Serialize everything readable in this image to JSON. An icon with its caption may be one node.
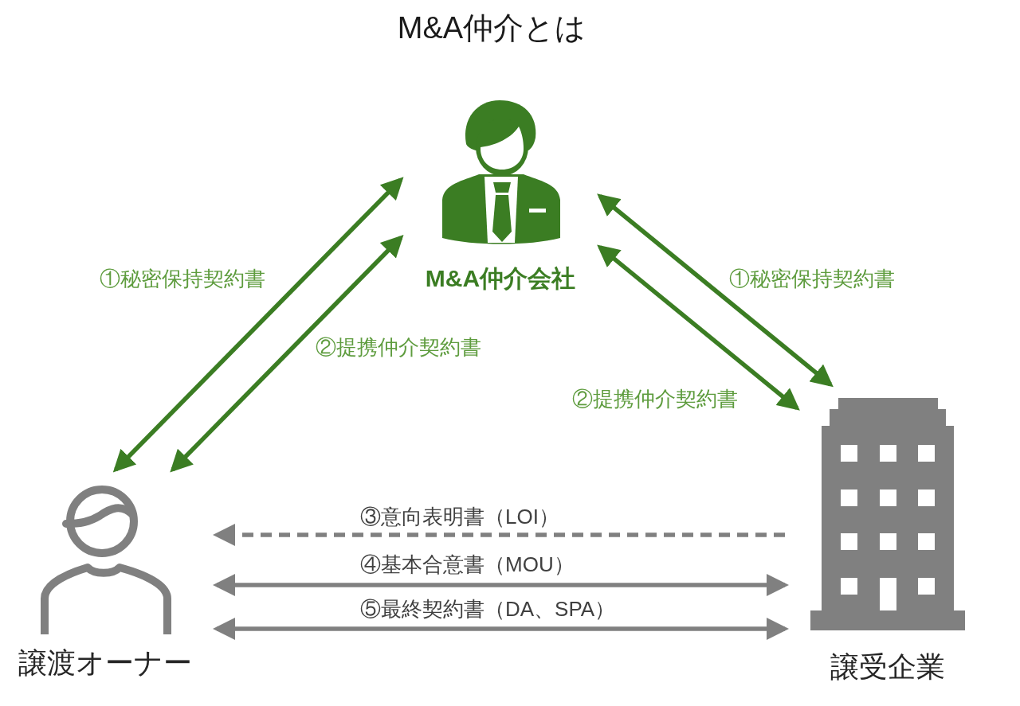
{
  "diagram": {
    "title": "M&A仲介とは",
    "nodes": [
      {
        "text": [],
        "shape": "person",
        "beside": [
          "M&A仲介会社"
        ]
      },
      {
        "text": [],
        "shape": "person",
        "beside": [
          "譲渡オーナー"
        ]
      },
      {
        "text": [],
        "shape": "building",
        "beside": [
          "譲受企業"
        ]
      }
    ],
    "edges": [
      {
        "from": 0,
        "to": 1,
        "arrow": "both",
        "label": "①秘密保持契約書"
      },
      {
        "from": 0,
        "to": 1,
        "arrow": "both",
        "label": "②提携仲介契約書"
      },
      {
        "from": 0,
        "to": 2,
        "arrow": "both",
        "label": "①秘密保持契約書"
      },
      {
        "from": 0,
        "to": 2,
        "arrow": "both",
        "label": "②提携仲介契約書"
      },
      {
        "from": 2,
        "to": 1,
        "arrow": "to",
        "label": "③意向表明書（LOI）",
        "style": "dashed",
        "color": "#808080"
      },
      {
        "from": 1,
        "to": 2,
        "arrow": "both",
        "label": "④基本合意書（MOU）",
        "color": "#808080"
      },
      {
        "from": 1,
        "to": 2,
        "arrow": "both",
        "label": "⑤最終契約書（DA、SPA）",
        "color": "#808080"
      }
    ]
  }
}
